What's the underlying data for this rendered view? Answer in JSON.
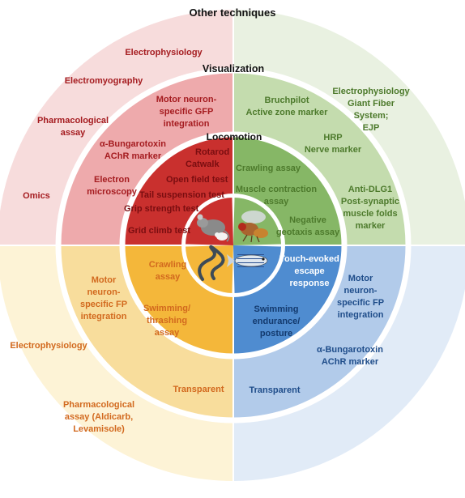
{
  "rings": {
    "outer": "Other techniques",
    "middle": "Visualization",
    "inner": "Locomotion"
  },
  "colors": {
    "mouse": {
      "outer": "#f7dcdc",
      "middle": "#eeaaac",
      "inner": "#c9302e",
      "text": "#a51c20"
    },
    "fly": {
      "outer": "#e9f1e1",
      "middle": "#c4dcae",
      "inner": "#86b766",
      "text": "#4d7a2c"
    },
    "worm": {
      "outer": "#fdf3d6",
      "middle": "#f8dd9c",
      "inner": "#f4b73a",
      "text": "#d2691e"
    },
    "fish": {
      "outer": "#e1ebf7",
      "middle": "#b2cbea",
      "inner": "#4f8cd0",
      "text": "#1f4d8a"
    }
  },
  "quadrants": {
    "mouse": {
      "locomotion": [
        "Rotarod",
        "Catwalk",
        "Open field test",
        "Tail suspension test",
        "Grip strength test",
        "Grid climb test"
      ],
      "visualization": [
        [
          "Motor neuron-",
          "specific GFP",
          "integration"
        ],
        [
          "α-Bungarotoxin",
          "AChR marker"
        ],
        [
          "Electron",
          "microscopy"
        ]
      ],
      "other": [
        [
          "Electrophysiology"
        ],
        [
          "Electromyography"
        ],
        [
          "Pharmacological",
          "assay"
        ],
        [
          "Omics"
        ]
      ]
    },
    "fly": {
      "locomotion": [
        [
          "Crawling assay"
        ],
        [
          "Muscle contraction",
          "assay"
        ],
        [
          "Negative",
          "geotaxis assay"
        ]
      ],
      "visualization": [
        [
          "Bruchpilot",
          "Active zone marker"
        ],
        [
          "HRP",
          "Nerve marker"
        ],
        [
          "Anti-DLG1",
          "Post-synaptic",
          "muscle folds",
          "marker"
        ]
      ],
      "other": [
        [
          "Electrophysiology",
          "Giant Fiber",
          "System;",
          "EJP"
        ]
      ]
    },
    "worm": {
      "locomotion": [
        [
          "Crawling",
          "assay"
        ],
        [
          "Swimming/",
          "thrashing",
          "assay"
        ]
      ],
      "visualization": [
        [
          "Motor",
          "neuron-",
          "specific FP",
          "integration"
        ],
        [
          "Transparent"
        ]
      ],
      "other": [
        [
          "Electrophysiology"
        ],
        [
          "Pharmacological",
          "assay (Aldicarb,",
          "Levamisole)"
        ]
      ]
    },
    "fish": {
      "locomotion": [
        [
          "Touch-evoked",
          "escape",
          "response"
        ],
        [
          "Swimming",
          "endurance/",
          "posture"
        ]
      ],
      "visualization": [
        [
          "Motor",
          "neuron-",
          "specific FP",
          "integration"
        ],
        [
          "α-Bungarotoxin",
          "AChR marker"
        ],
        [
          "Transparent"
        ]
      ],
      "other": []
    }
  }
}
